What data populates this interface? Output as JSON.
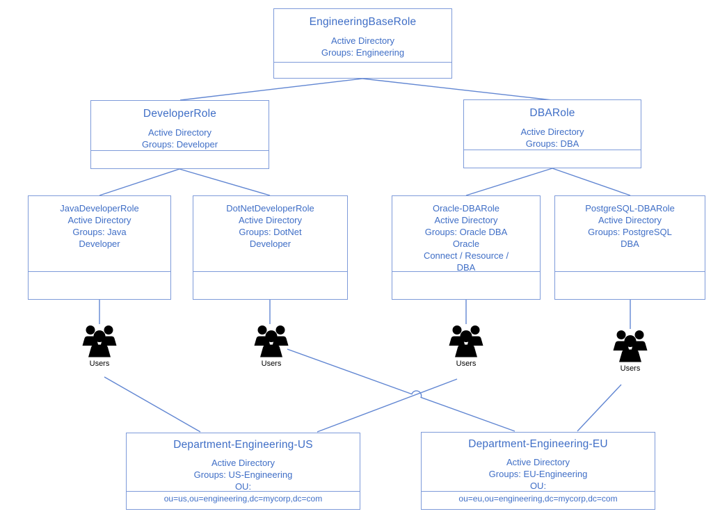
{
  "users_label": "Users",
  "nodes": {
    "engineering_base": {
      "title": "EngineeringBaseRole",
      "lines": [
        "Active Directory",
        "Groups: Engineering"
      ]
    },
    "developer": {
      "title": "DeveloperRole",
      "lines": [
        "Active Directory",
        "Groups: Developer"
      ]
    },
    "dba": {
      "title": "DBARole",
      "lines": [
        "Active Directory",
        "Groups: DBA"
      ]
    },
    "java_developer": {
      "lines": [
        "JavaDeveloperRole",
        "Active Directory",
        "Groups: Java",
        "Developer"
      ]
    },
    "dotnet_developer": {
      "lines": [
        "DotNetDeveloperRole",
        "Active Directory",
        "Groups: DotNet",
        "Developer"
      ]
    },
    "oracle_dba": {
      "lines": [
        "Oracle-DBARole",
        "Active Directory",
        "Groups: Oracle DBA",
        "Oracle",
        "Connect / Resource /",
        "DBA"
      ]
    },
    "postgresql_dba": {
      "lines": [
        "PostgreSQL-DBARole",
        "Active Directory",
        "Groups: PostgreSQL",
        "DBA"
      ]
    },
    "dept_us": {
      "title": "Department-Engineering-US",
      "lines": [
        "Active Directory",
        "Groups: US-Engineering",
        "OU:"
      ],
      "footer": "ou=us,ou=engineering,dc=mycorp,dc=com"
    },
    "dept_eu": {
      "title": "Department-Engineering-EU",
      "lines": [
        "Active Directory",
        "Groups: EU-Engineering",
        "OU:"
      ],
      "footer": "ou=eu,ou=engineering,dc=mycorp,dc=com"
    }
  },
  "icons": {
    "users": "users-group-icon"
  },
  "colors": {
    "node_border": "#7d9ad9",
    "node_text": "#3f6ec6",
    "connector": "#6186d2",
    "icon_stroke": "#1c1c30",
    "users_label_color": "#000000",
    "background": "#ffffff"
  }
}
